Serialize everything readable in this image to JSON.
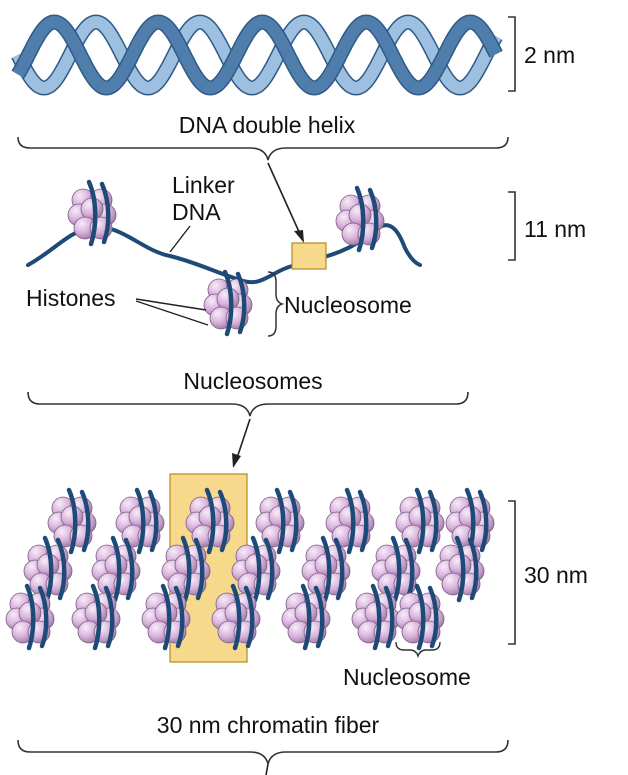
{
  "colors": {
    "helix_light": "#9dbfe0",
    "helix_dark": "#4f7ead",
    "dna_strand": "#1e4a78",
    "histone_fill": "#d8b3dc",
    "histone_highlight": "#f4e6f5",
    "histone_shadow": "#8e6c95",
    "highlight_box": "#f7d98b",
    "highlight_box_border": "#b38a1f",
    "bracket": "#333333"
  },
  "labels": {
    "helix_scale": "2 nm",
    "helix_caption": "DNA double helix",
    "linker_line1": "Linker",
    "linker_line2": "DNA",
    "beads_scale": "11 nm",
    "histones": "Histones",
    "nucleosome_single": "Nucleosome",
    "beads_caption": "Nucleosomes",
    "fiber_scale": "30 nm",
    "fiber_nucleosome": "Nucleosome",
    "fiber_caption": "30 nm chromatin fiber"
  },
  "icons": {
    "helix": "dna-double-helix-icon",
    "nucleosome": "nucleosome-bead-icon"
  }
}
